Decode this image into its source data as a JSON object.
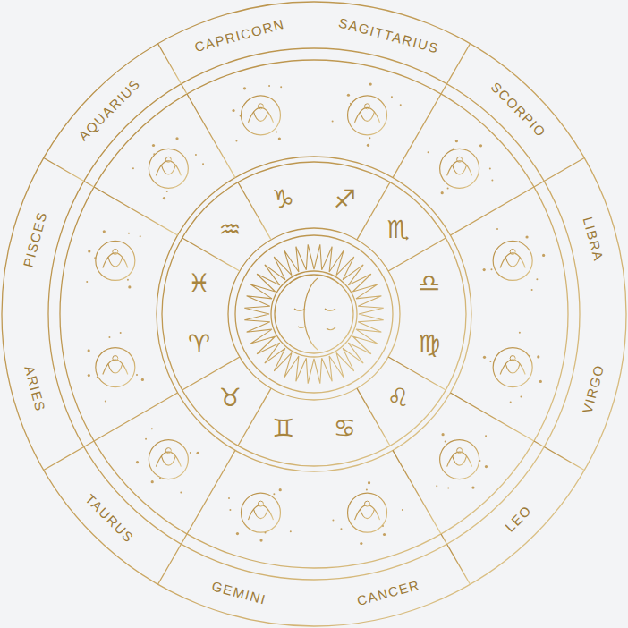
{
  "diagram": {
    "labels": [
      "CAPRICORN",
      "SAGITTARIUS",
      "SCORPIO",
      "LIBRA",
      "VIRGO",
      "LEO",
      "CANCER",
      "GEMINI",
      "TAURUS",
      "ARIES",
      "PISCES",
      "AQUARIUS",
      "♑",
      "♐",
      "♏",
      "♎",
      "♍",
      "♌",
      "♋",
      "♊",
      "♉",
      "♈",
      "♓",
      "♒"
    ]
  }
}
